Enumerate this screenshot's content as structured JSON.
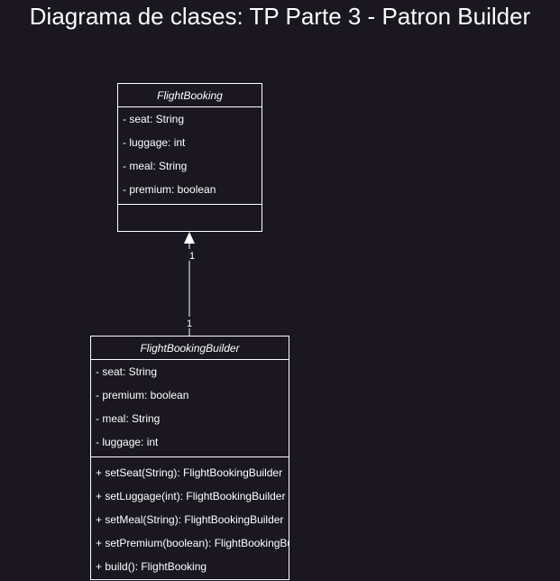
{
  "title": "Diagrama de clases: TP Parte 3 - Patron Builder",
  "classes": {
    "flight_booking": {
      "name": "FlightBooking",
      "attributes": [
        "- seat: String",
        "- luggage: int",
        "- meal: String",
        "- premium: boolean"
      ],
      "methods": []
    },
    "flight_booking_builder": {
      "name": "FlightBookingBuilder",
      "attributes": [
        "- seat: String",
        "- premium: boolean",
        "- meal: String",
        "- luggage: int"
      ],
      "methods": [
        "+ setSeat(String): FlightBookingBuilder",
        "+ setLuggage(int): FlightBookingBuilder",
        "+ setMeal(String): FlightBookingBuilder",
        "+ setPremium(boolean): FlightBookingBuilder",
        "+ build(): FlightBooking"
      ]
    }
  },
  "relation": {
    "source_multiplicity": "1",
    "target_multiplicity": "1"
  },
  "colors": {
    "background": "#1a1720",
    "stroke": "#ffffff",
    "text": "#ffffff"
  }
}
